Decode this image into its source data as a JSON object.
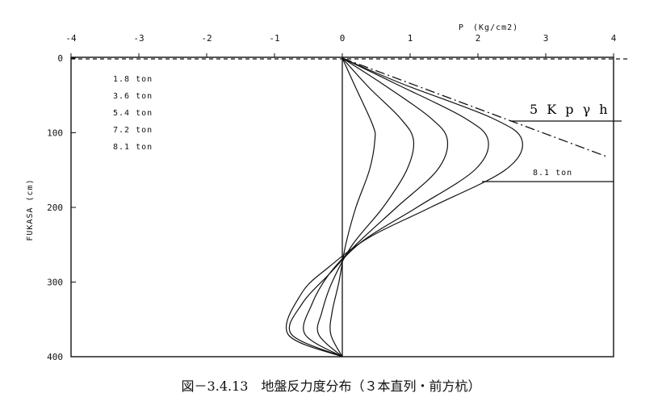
{
  "caption": "図－3.4.13　地盤反力度分布（３本直列・前方杭）",
  "chart_data": {
    "type": "line",
    "title": "",
    "xlabel": "P　(Kg/cm2)",
    "ylabel": "FUKASA (cm)",
    "xlim": [
      -4,
      4
    ],
    "ylim": [
      0,
      400
    ],
    "x_ticks": [
      -4,
      -3,
      -2,
      -1,
      0,
      1,
      2,
      3,
      4
    ],
    "y_ticks": [
      0,
      100,
      200,
      300,
      400
    ],
    "x_axis_position": "top",
    "y_inverted": true,
    "grid": false,
    "legend_entries": [
      "1.8 ton",
      "3.6 ton",
      "5.4 ton",
      "7.2 ton",
      "8.1 ton"
    ],
    "series": [
      {
        "name": "1.8 ton",
        "points": [
          [
            0,
            0
          ],
          [
            0.2,
            40
          ],
          [
            0.45,
            90
          ],
          [
            0.48,
            110
          ],
          [
            0.4,
            150
          ],
          [
            0.2,
            200
          ],
          [
            0.05,
            250
          ],
          [
            -0.05,
            300
          ],
          [
            -0.15,
            340
          ],
          [
            -0.17,
            370
          ],
          [
            0,
            400
          ]
        ]
      },
      {
        "name": "3.6 ton",
        "points": [
          [
            0,
            0
          ],
          [
            0.4,
            40
          ],
          [
            0.85,
            80
          ],
          [
            1.05,
            110
          ],
          [
            0.95,
            150
          ],
          [
            0.6,
            200
          ],
          [
            0.15,
            250
          ],
          [
            -0.15,
            300
          ],
          [
            -0.3,
            340
          ],
          [
            -0.35,
            370
          ],
          [
            0,
            400
          ]
        ]
      },
      {
        "name": "5.4 ton",
        "points": [
          [
            0,
            0
          ],
          [
            0.6,
            35
          ],
          [
            1.3,
            80
          ],
          [
            1.55,
            110
          ],
          [
            1.4,
            150
          ],
          [
            0.8,
            200
          ],
          [
            0.2,
            250
          ],
          [
            -0.2,
            290
          ],
          [
            -0.45,
            330
          ],
          [
            -0.55,
            370
          ],
          [
            0,
            400
          ]
        ]
      },
      {
        "name": "7.2 ton",
        "points": [
          [
            0,
            0
          ],
          [
            0.8,
            35
          ],
          [
            1.8,
            80
          ],
          [
            2.15,
            110
          ],
          [
            1.95,
            150
          ],
          [
            1.1,
            200
          ],
          [
            0.3,
            245
          ],
          [
            -0.2,
            290
          ],
          [
            -0.6,
            330
          ],
          [
            -0.75,
            370
          ],
          [
            0,
            400
          ]
        ]
      },
      {
        "name": "8.1 ton",
        "points": [
          [
            0,
            0
          ],
          [
            0.9,
            35
          ],
          [
            2.2,
            80
          ],
          [
            2.65,
            110
          ],
          [
            2.4,
            150
          ],
          [
            1.3,
            200
          ],
          [
            0.4,
            240
          ],
          [
            -0.2,
            280
          ],
          [
            -0.6,
            315
          ],
          [
            -0.8,
            370
          ],
          [
            0,
            400
          ]
        ]
      },
      {
        "name": "5Kpγh",
        "style": "dash-dot",
        "points": [
          [
            0,
            0
          ],
          [
            3.9,
            132
          ]
        ]
      }
    ],
    "annotations": [
      "5 K p γ h",
      "8.1 ton"
    ]
  }
}
